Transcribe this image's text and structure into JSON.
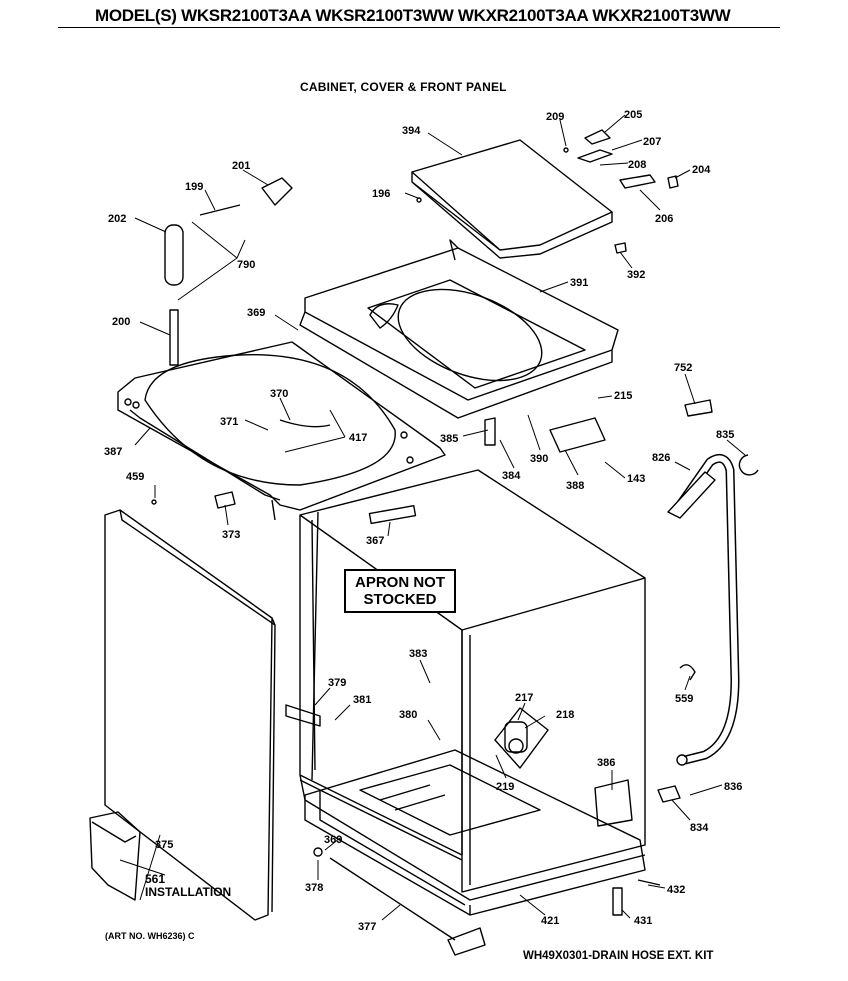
{
  "header": {
    "models": "MODEL(S) WKSR2100T3AA  WKSR2100T3WW  WKXR2100T3AA  WKXR2100T3WW"
  },
  "section_title": "CABINET, COVER & FRONT PANEL",
  "apron_note": {
    "line1": "APRON NOT",
    "line2": "STOCKED"
  },
  "manual": {
    "number": "561",
    "label": "INSTALLATION"
  },
  "footer": {
    "art_no": "(ART NO. WH6236) C",
    "kit": "WH49X0301-DRAIN HOSE EXT. KIT"
  },
  "parts": {
    "p394": "394",
    "p209": "209",
    "p205": "205",
    "p207": "207",
    "p208": "208",
    "p204": "204",
    "p206": "206",
    "p196": "196",
    "p392": "392",
    "p201": "201",
    "p199": "199",
    "p202": "202",
    "p790": "790",
    "p391": "391",
    "p200": "200",
    "p369a": "369",
    "p752": "752",
    "p370": "370",
    "p215": "215",
    "p371": "371",
    "p417": "417",
    "p835": "835",
    "p387": "387",
    "p385": "385",
    "p390": "390",
    "p826": "826",
    "p384": "384",
    "p388": "388",
    "p143": "143",
    "p459": "459",
    "p373": "373",
    "p367": "367",
    "p383": "383",
    "p559": "559",
    "p379": "379",
    "p381": "381",
    "p217": "217",
    "p218": "218",
    "p380": "380",
    "p219": "219",
    "p386": "386",
    "p836": "836",
    "p834": "834",
    "p375": "375",
    "p369b": "369",
    "p378": "378",
    "p432": "432",
    "p421": "421",
    "p377": "377",
    "p431": "431"
  }
}
